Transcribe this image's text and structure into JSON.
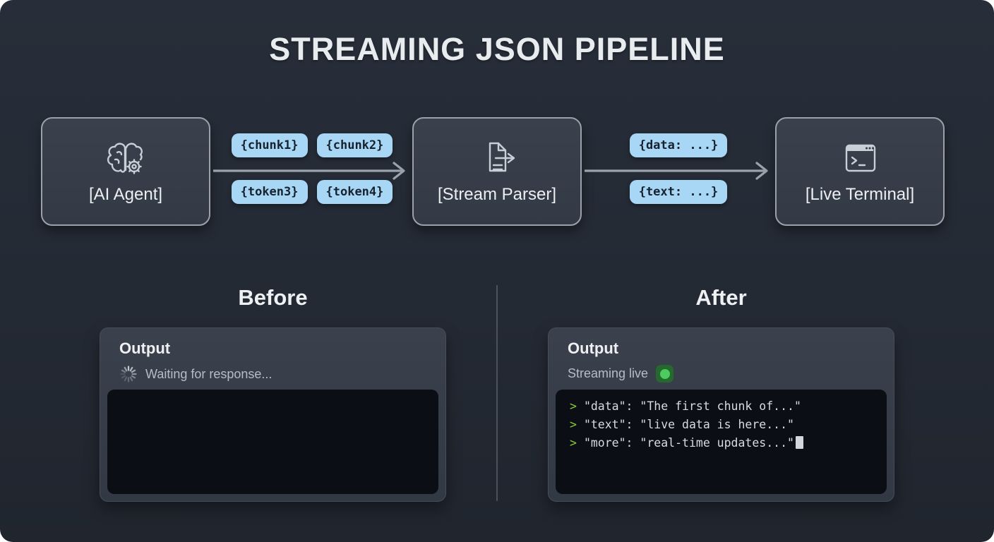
{
  "title": "STREAMING JSON PIPELINE",
  "pipeline": {
    "nodes": [
      {
        "label": "[AI Agent]",
        "icon": "brain-gear-icon"
      },
      {
        "label": "[Stream Parser]",
        "icon": "document-stream-icon"
      },
      {
        "label": "[Live Terminal]",
        "icon": "terminal-window-icon"
      }
    ],
    "chunk_groups": [
      {
        "chips": [
          "{chunk1}",
          "{chunk2}",
          "{token3}",
          "{token4}"
        ]
      },
      {
        "chips": [
          "{data: ...}",
          "{text: ...}"
        ]
      }
    ]
  },
  "before": {
    "heading": "Before",
    "panel_title": "Output",
    "status_text": "Waiting for response..."
  },
  "after": {
    "heading": "After",
    "panel_title": "Output",
    "status_text": "Streaming live",
    "terminal": {
      "lines": [
        {
          "prompt": ">",
          "text": "\"data\": \"The first chunk of...\""
        },
        {
          "prompt": ">",
          "text": "\"text\": \"live data is here...\""
        },
        {
          "prompt": ">",
          "text": "\"more\": \"real-time updates...\""
        }
      ]
    }
  },
  "colors": {
    "background": "#242a34",
    "chip_blue": "#a7d7f5",
    "prompt_green": "#8fc93a",
    "live_dot_green": "#4ccb5f",
    "live_badge_green": "#26692e",
    "terminal_black": "#0b0e14"
  }
}
